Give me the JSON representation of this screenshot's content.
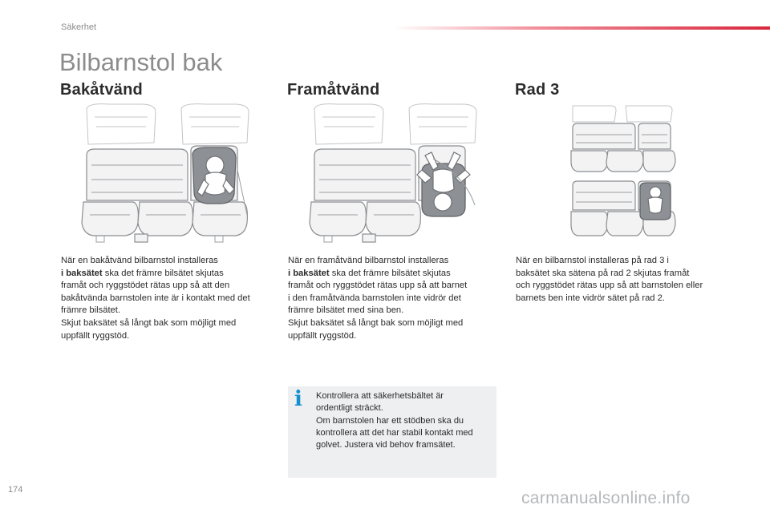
{
  "header": {
    "section": "Säkerhet",
    "page_number": "174"
  },
  "page_title": "Bilbarnstol bak",
  "columns": [
    {
      "heading": "Bakåtvänd",
      "illustration_icon": "rear-facing-child-seat-illustration",
      "lines": [
        {
          "plain": "När en bakåtvänd bilbarnstol installeras"
        },
        {
          "bold": "i baksätet",
          "plain": " ska det främre bilsätet skjutas"
        },
        {
          "plain": "framåt och ryggstödet rätas upp så att den"
        },
        {
          "plain": "bakåtvända barnstolen inte är i kontakt med det"
        },
        {
          "plain": "främre bilsätet."
        },
        {
          "plain": "Skjut baksätet så långt bak som möjligt med"
        },
        {
          "plain": "uppfällt ryggstöd."
        }
      ]
    },
    {
      "heading": "Framåtvänd",
      "illustration_icon": "forward-facing-child-seat-illustration",
      "lines": [
        {
          "plain": "När en framåtvänd bilbarnstol installeras"
        },
        {
          "bold": "i baksätet",
          "plain": " ska det främre bilsätet skjutas"
        },
        {
          "plain": "framåt och ryggstödet rätas upp så att barnet"
        },
        {
          "plain": "i den framåtvända barnstolen inte vidrör det"
        },
        {
          "plain": "främre bilsätet med sina ben."
        },
        {
          "plain": "Skjut baksätet så långt bak som möjligt med"
        },
        {
          "plain": "uppfällt ryggstöd."
        }
      ]
    },
    {
      "heading": "Rad 3",
      "illustration_icon": "row-3-child-seat-illustration",
      "lines": [
        {
          "plain": "När en bilbarnstol installeras på rad 3 i"
        },
        {
          "plain": "baksätet ska sätena på rad 2 skjutas framåt"
        },
        {
          "plain": "och ryggstödet rätas upp så att barnstolen eller"
        },
        {
          "plain": "barnets ben inte vidrör sätet på rad 2."
        }
      ]
    }
  ],
  "info_box": {
    "icon": "info-icon",
    "icon_glyph": "i",
    "accent_color": "#1590cf",
    "lines": [
      "Kontrollera att säkerhetsbältet är",
      "ordentligt sträckt.",
      "Om barnstolen har ett stödben ska du",
      "kontrollera att det har stabil kontakt med",
      "golvet. Justera vid behov framsätet."
    ]
  },
  "watermark": "carmanualsonline.info",
  "colors": {
    "accent_red": "#d8283e",
    "heading": "#2b2b2b",
    "muted": "#8c8c8c"
  }
}
